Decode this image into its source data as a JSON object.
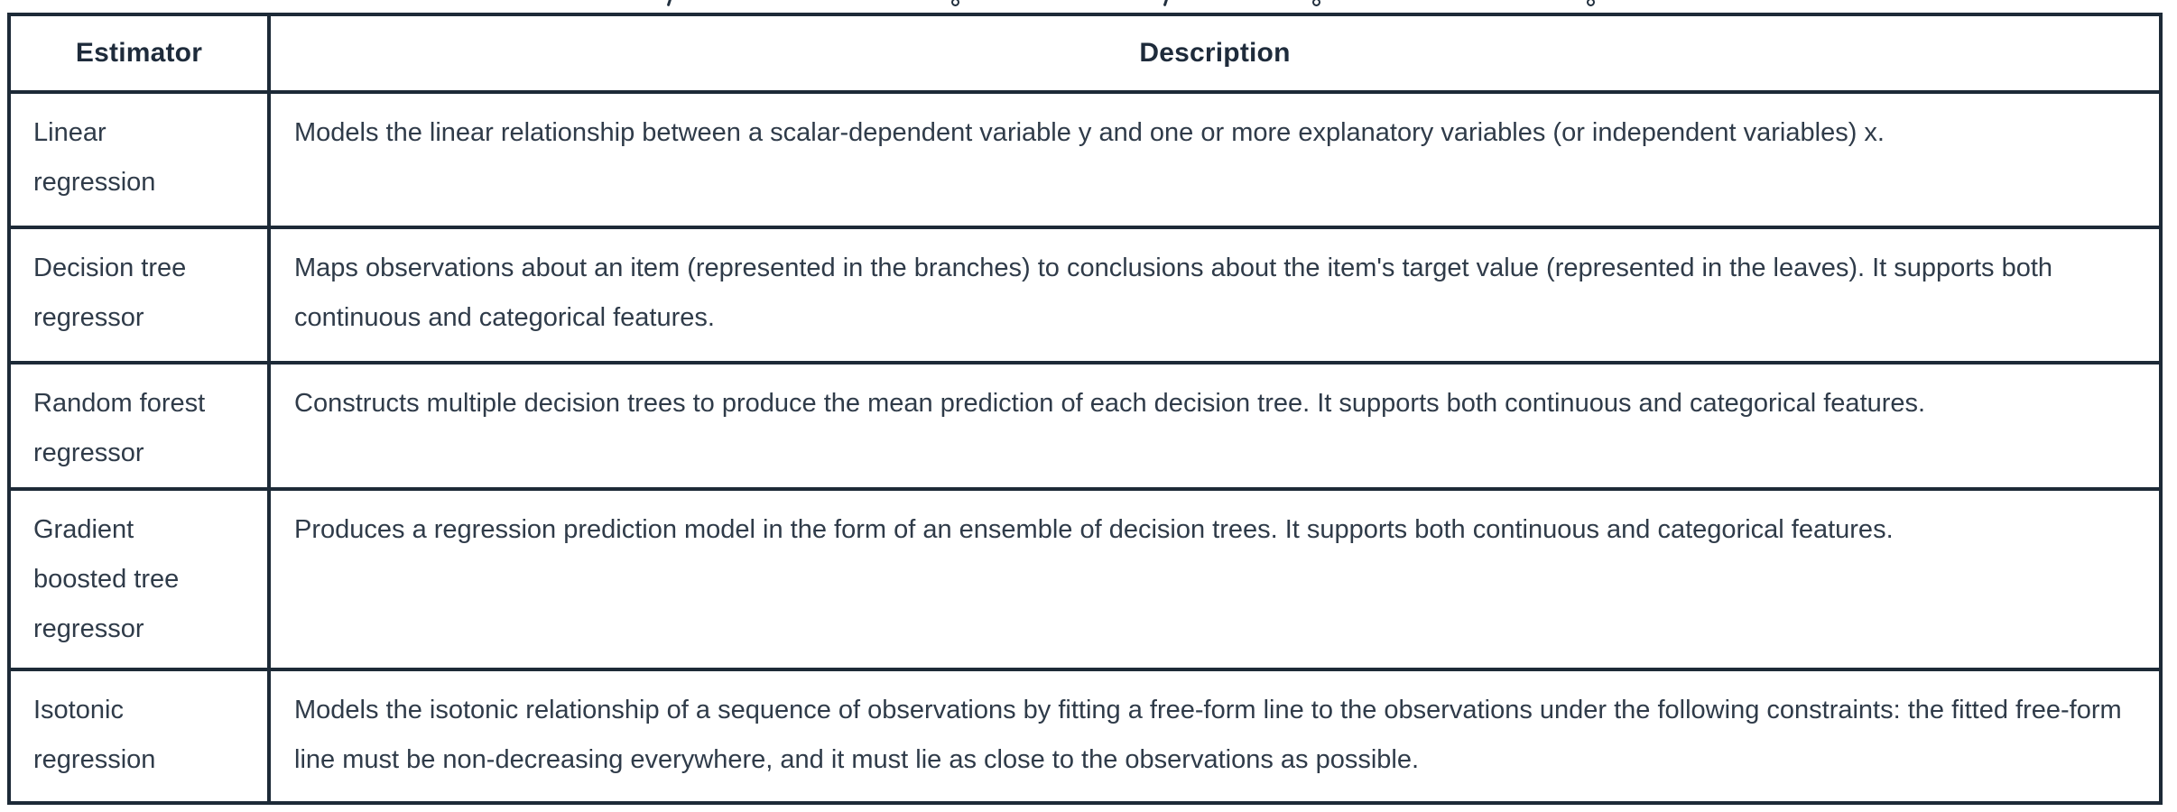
{
  "table": {
    "colors": {
      "border": "#1d2a37",
      "header_text": "#1e2b3b",
      "body_text": "#2f3b49",
      "background": "#ffffff"
    },
    "columns": [
      {
        "label": "Estimator"
      },
      {
        "label": "Description"
      }
    ],
    "rows": [
      {
        "estimator": "Linear regression",
        "description": "Models the linear relationship between a scalar-dependent variable y and one or more explanatory variables (or independent variables) x."
      },
      {
        "estimator": "Decision tree regressor",
        "description": "Maps observations about an item (represented in the branches) to conclusions about the item's target value (represented in the leaves). It supports both continuous and categorical features."
      },
      {
        "estimator": "Random forest regressor",
        "description": "Constructs multiple decision trees to produce the mean prediction of each decision tree. It supports both continuous and categorical features."
      },
      {
        "estimator": "Gradient boosted tree regressor",
        "description": "Produces a regression prediction model in the form of an ensemble of decision trees. It supports both continuous and categorical features."
      },
      {
        "estimator": "Isotonic regression",
        "description": "Models the isotonic relationship of a sequence of observations by fitting a free-form line to the observations under the following constraints: the fitted free-form line must be non-decreasing everywhere, and it must lie as close to the observations as possible."
      }
    ]
  }
}
